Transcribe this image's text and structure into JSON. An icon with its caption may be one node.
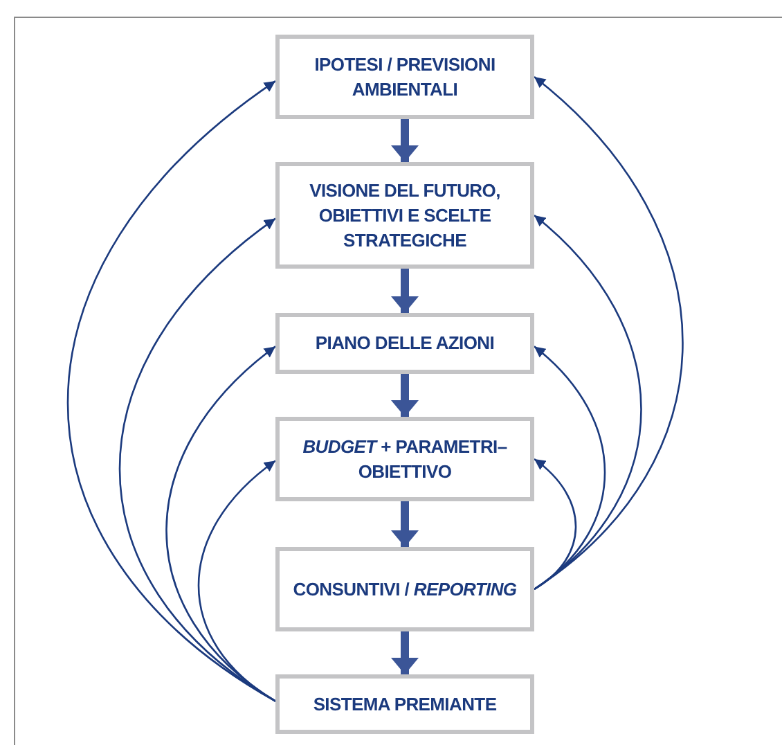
{
  "diagram": {
    "nodes": [
      {
        "text": [
          "IPOTESI / PREVISIONI AMBIENTALI"
        ]
      },
      {
        "text": [
          "VISIONE DEL FUTURO, OBIETTIVI E SCELTE STRATEGICHE"
        ]
      },
      {
        "text": [
          "PIANO DELLE AZIONI"
        ]
      },
      {
        "text": [
          "*BUDGET* + PARAMETRI–OBIETTIVO"
        ]
      },
      {
        "text": [
          "CONSUNTIVI / *REPORTING*"
        ]
      },
      {
        "text": [
          "SISTEMA PREMIANTE"
        ]
      }
    ],
    "edges": [
      {
        "from": 0,
        "to": 1,
        "arrow": "to",
        "style": "thick"
      },
      {
        "from": 1,
        "to": 2,
        "arrow": "to",
        "style": "thick"
      },
      {
        "from": 2,
        "to": 3,
        "arrow": "to",
        "style": "thick"
      },
      {
        "from": 3,
        "to": 4,
        "arrow": "to",
        "style": "thick"
      },
      {
        "from": 4,
        "to": 5,
        "arrow": "to",
        "style": "thick"
      },
      {
        "from": 5,
        "to": 0,
        "arrow": "to"
      },
      {
        "from": 5,
        "to": 1,
        "arrow": "to"
      },
      {
        "from": 5,
        "to": 2,
        "arrow": "to"
      },
      {
        "from": 5,
        "to": 3,
        "arrow": "to"
      },
      {
        "from": 4,
        "to": 0,
        "arrow": "to"
      },
      {
        "from": 4,
        "to": 1,
        "arrow": "to"
      },
      {
        "from": 4,
        "to": 2,
        "arrow": "to"
      },
      {
        "from": 4,
        "to": 3,
        "arrow": "to"
      }
    ]
  }
}
